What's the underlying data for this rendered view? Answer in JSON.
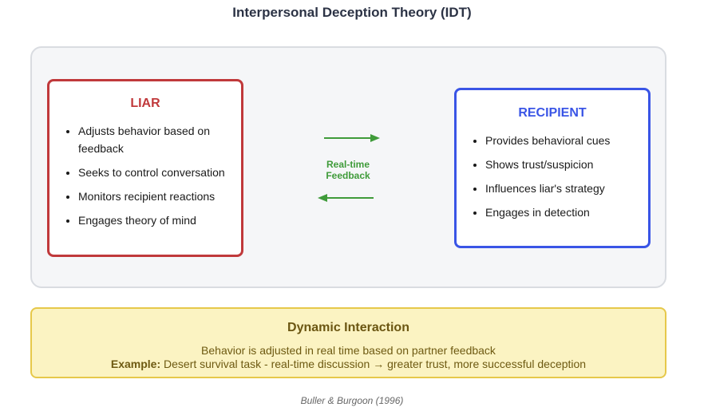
{
  "title": "Interpersonal Deception Theory (IDT)",
  "liar": {
    "heading": "LIAR",
    "points": [
      "Adjusts behavior based on feedback",
      "Seeks to control conversation",
      "Monitors recipient reactions",
      "Engages theory of mind"
    ]
  },
  "recipient": {
    "heading": "RECIPIENT",
    "points": [
      "Provides behavioral cues",
      "Shows trust/suspicion",
      "Influences liar's strategy",
      "Engages in detection"
    ]
  },
  "feedback": {
    "line1": "Real-time",
    "line2": "Feedback"
  },
  "dynamic": {
    "heading": "Dynamic Interaction",
    "line1": "Behavior is adjusted in real time based on partner feedback",
    "example_label": "Example:",
    "example_text": " Desert survival task - real-time discussion → greater trust, more successful deception"
  },
  "citation": "Buller & Burgoon (1996)",
  "colors": {
    "liar": "#c0393b",
    "recipient": "#3a55e6",
    "feedback": "#3f9b3a",
    "dynamic_bg": "#fbf3c2",
    "dynamic_border": "#e6c84a"
  }
}
